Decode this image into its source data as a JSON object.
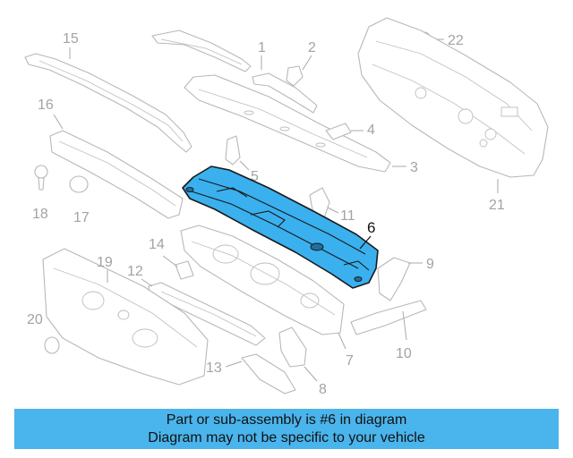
{
  "diagram": {
    "highlighted_part": "6",
    "highlight_color": "#3ab0ee",
    "callouts": [
      "1",
      "2",
      "3",
      "4",
      "5",
      "6",
      "7",
      "8",
      "9",
      "10",
      "11",
      "12",
      "13",
      "14",
      "15",
      "16",
      "17",
      "18",
      "19",
      "20",
      "21",
      "22"
    ]
  },
  "banner": {
    "line1": "Part or sub-assembly is #6 in diagram",
    "line2": "Diagram may not be specific to your vehicle",
    "background": "#4ab4ec"
  }
}
